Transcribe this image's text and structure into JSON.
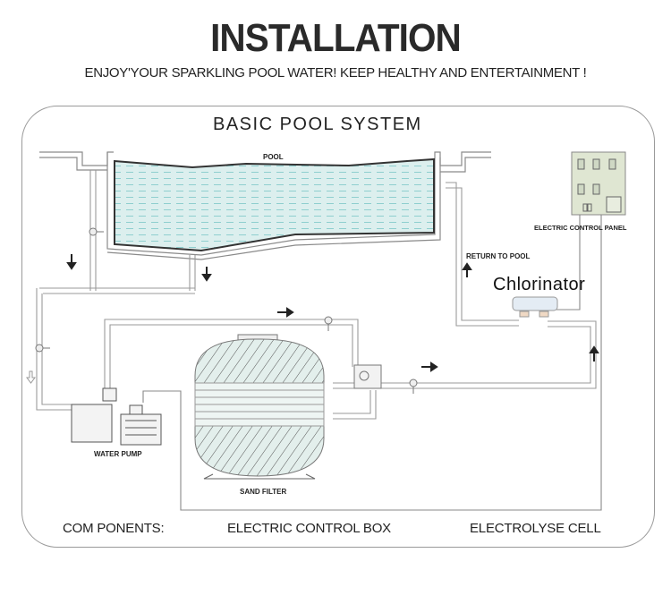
{
  "header": {
    "title": "INSTALLATION",
    "subtitle": "ENJOY'YOUR SPARKLING POOL WATER!  KEEP HEALTHY AND ENTERTAINMENT !"
  },
  "diagram": {
    "title": "BASIC POOL SYSTEM",
    "labels": {
      "pool": "POOL",
      "control_panel": "ELECTRIC CONTROL PANEL",
      "return_to_pool": "RETURN TO POOL",
      "chlorinator": "Chlorinator",
      "water_pump": "WATER PUMP",
      "sand_filter": "SAND FILTER"
    },
    "flow_arrows": [
      "down",
      "down",
      "down",
      "right",
      "right",
      "up",
      "up"
    ],
    "colors": {
      "water": "#dcefee",
      "water_lines": "#8fcfcf",
      "panel": "#dfe6d2",
      "pipe_stroke": "#9a9a9a",
      "arrow": "#222222"
    }
  },
  "footer": {
    "components_label": "COM PONENTS:",
    "items": [
      "ELECTRIC CONTROL BOX",
      "ELECTROLYSE CELL"
    ]
  }
}
